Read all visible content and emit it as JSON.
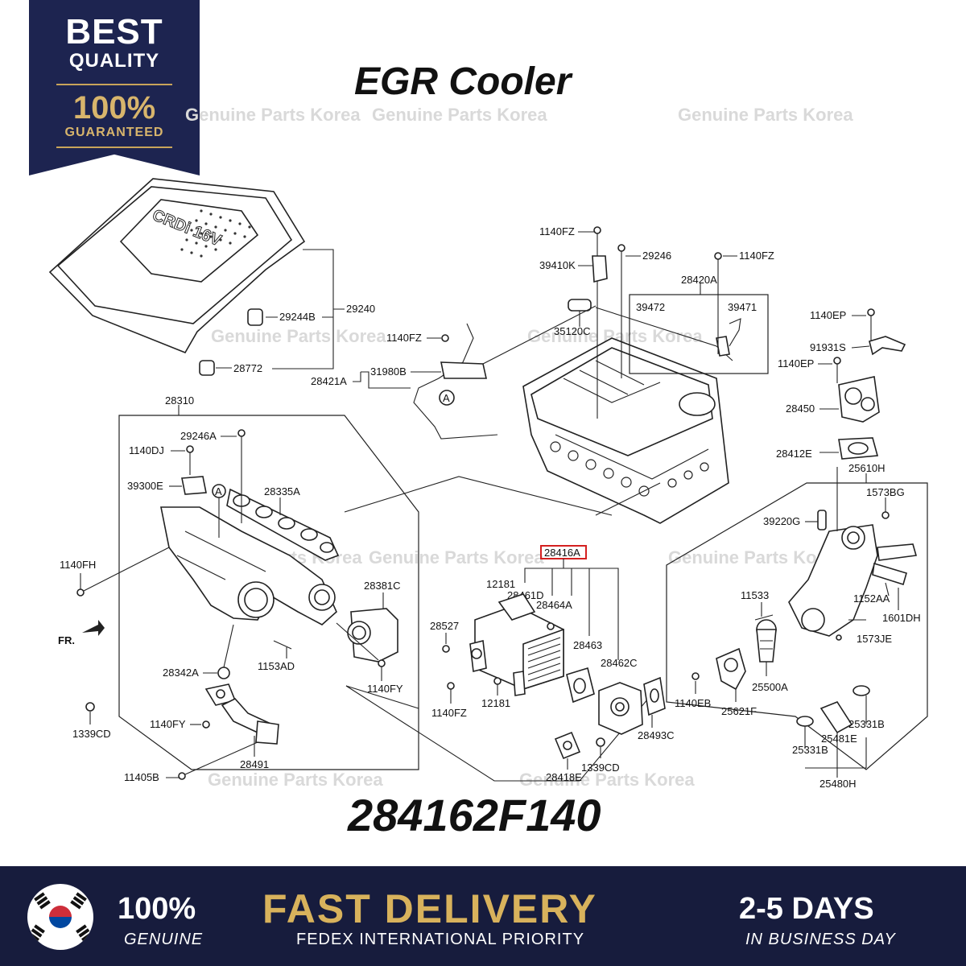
{
  "badge": {
    "line1": "BEST",
    "line2": "QUALITY",
    "line3": "100%",
    "line4": "GUARANTEED"
  },
  "title": "EGR Cooler",
  "part_number": "284162F140",
  "highlighted_label": "28416A",
  "watermark_text": "Genuine Parts Korea",
  "cover_text": "CRDi 16V",
  "callouts": {
    "c1140fz_a": "1140FZ",
    "c29246_a": "29246",
    "c1140fz_b": "1140FZ",
    "c39410k": "39410K",
    "c28420a": "28420A",
    "c39472": "39472",
    "c39471": "39471",
    "c35120c": "35120C",
    "c1140fz_c": "1140FZ",
    "c31980b": "31980B",
    "c28421a": "28421A",
    "c29244b": "29244B",
    "c29240": "29240",
    "c28772": "28772",
    "c28310": "28310",
    "c29246a": "29246A",
    "c1140dj": "1140DJ",
    "c39300e": "39300E",
    "c28335a": "28335A",
    "c1140fh": "1140FH",
    "c28381c": "28381C",
    "c28342a": "28342A",
    "c1153ad": "1153AD",
    "c1140fy_a": "1140FY",
    "c1140fy_b": "1140FY",
    "c1339cd_a": "1339CD",
    "c28491": "28491",
    "c11405b": "11405B",
    "c12181_a": "12181",
    "c28461d": "28461D",
    "c28464a": "28464A",
    "c28527": "28527",
    "c28463": "28463",
    "c28462c": "28462C",
    "c1140fz_d": "1140FZ",
    "c12181_b": "12181",
    "c28493c": "28493C",
    "c28418e": "28418E",
    "c1339cd_b": "1339CD",
    "c1140ep_a": "1140EP",
    "c91931s": "91931S",
    "c1140ep_b": "1140EP",
    "c28450": "28450",
    "c28412e": "28412E",
    "c25610h": "25610H",
    "c1573bg": "1573BG",
    "c39220g": "39220G",
    "c11533": "11533",
    "c1152aa": "1152AA",
    "c1601dh": "1601DH",
    "c1573je": "1573JE",
    "c1140eb": "1140EB",
    "c25500a": "25500A",
    "c25621f": "25621F",
    "c25331b_a": "25331B",
    "c25481e": "25481E",
    "c25331b_b": "25331B",
    "c25480h": "25480H",
    "front": "FR."
  },
  "circle_marker": "A",
  "footer": {
    "genuine_big": "100%",
    "genuine_small": "GENUINE",
    "delivery_big": "FAST DELIVERY",
    "delivery_small": "FEDEX INTERNATIONAL PRIORITY",
    "days_big": "2-5 DAYS",
    "days_small": "IN BUSINESS DAY"
  },
  "colors": {
    "navy": "#1d2450",
    "footer_navy": "#171c3d",
    "gold": "#d8b25c",
    "highlight_red": "#d42020"
  }
}
